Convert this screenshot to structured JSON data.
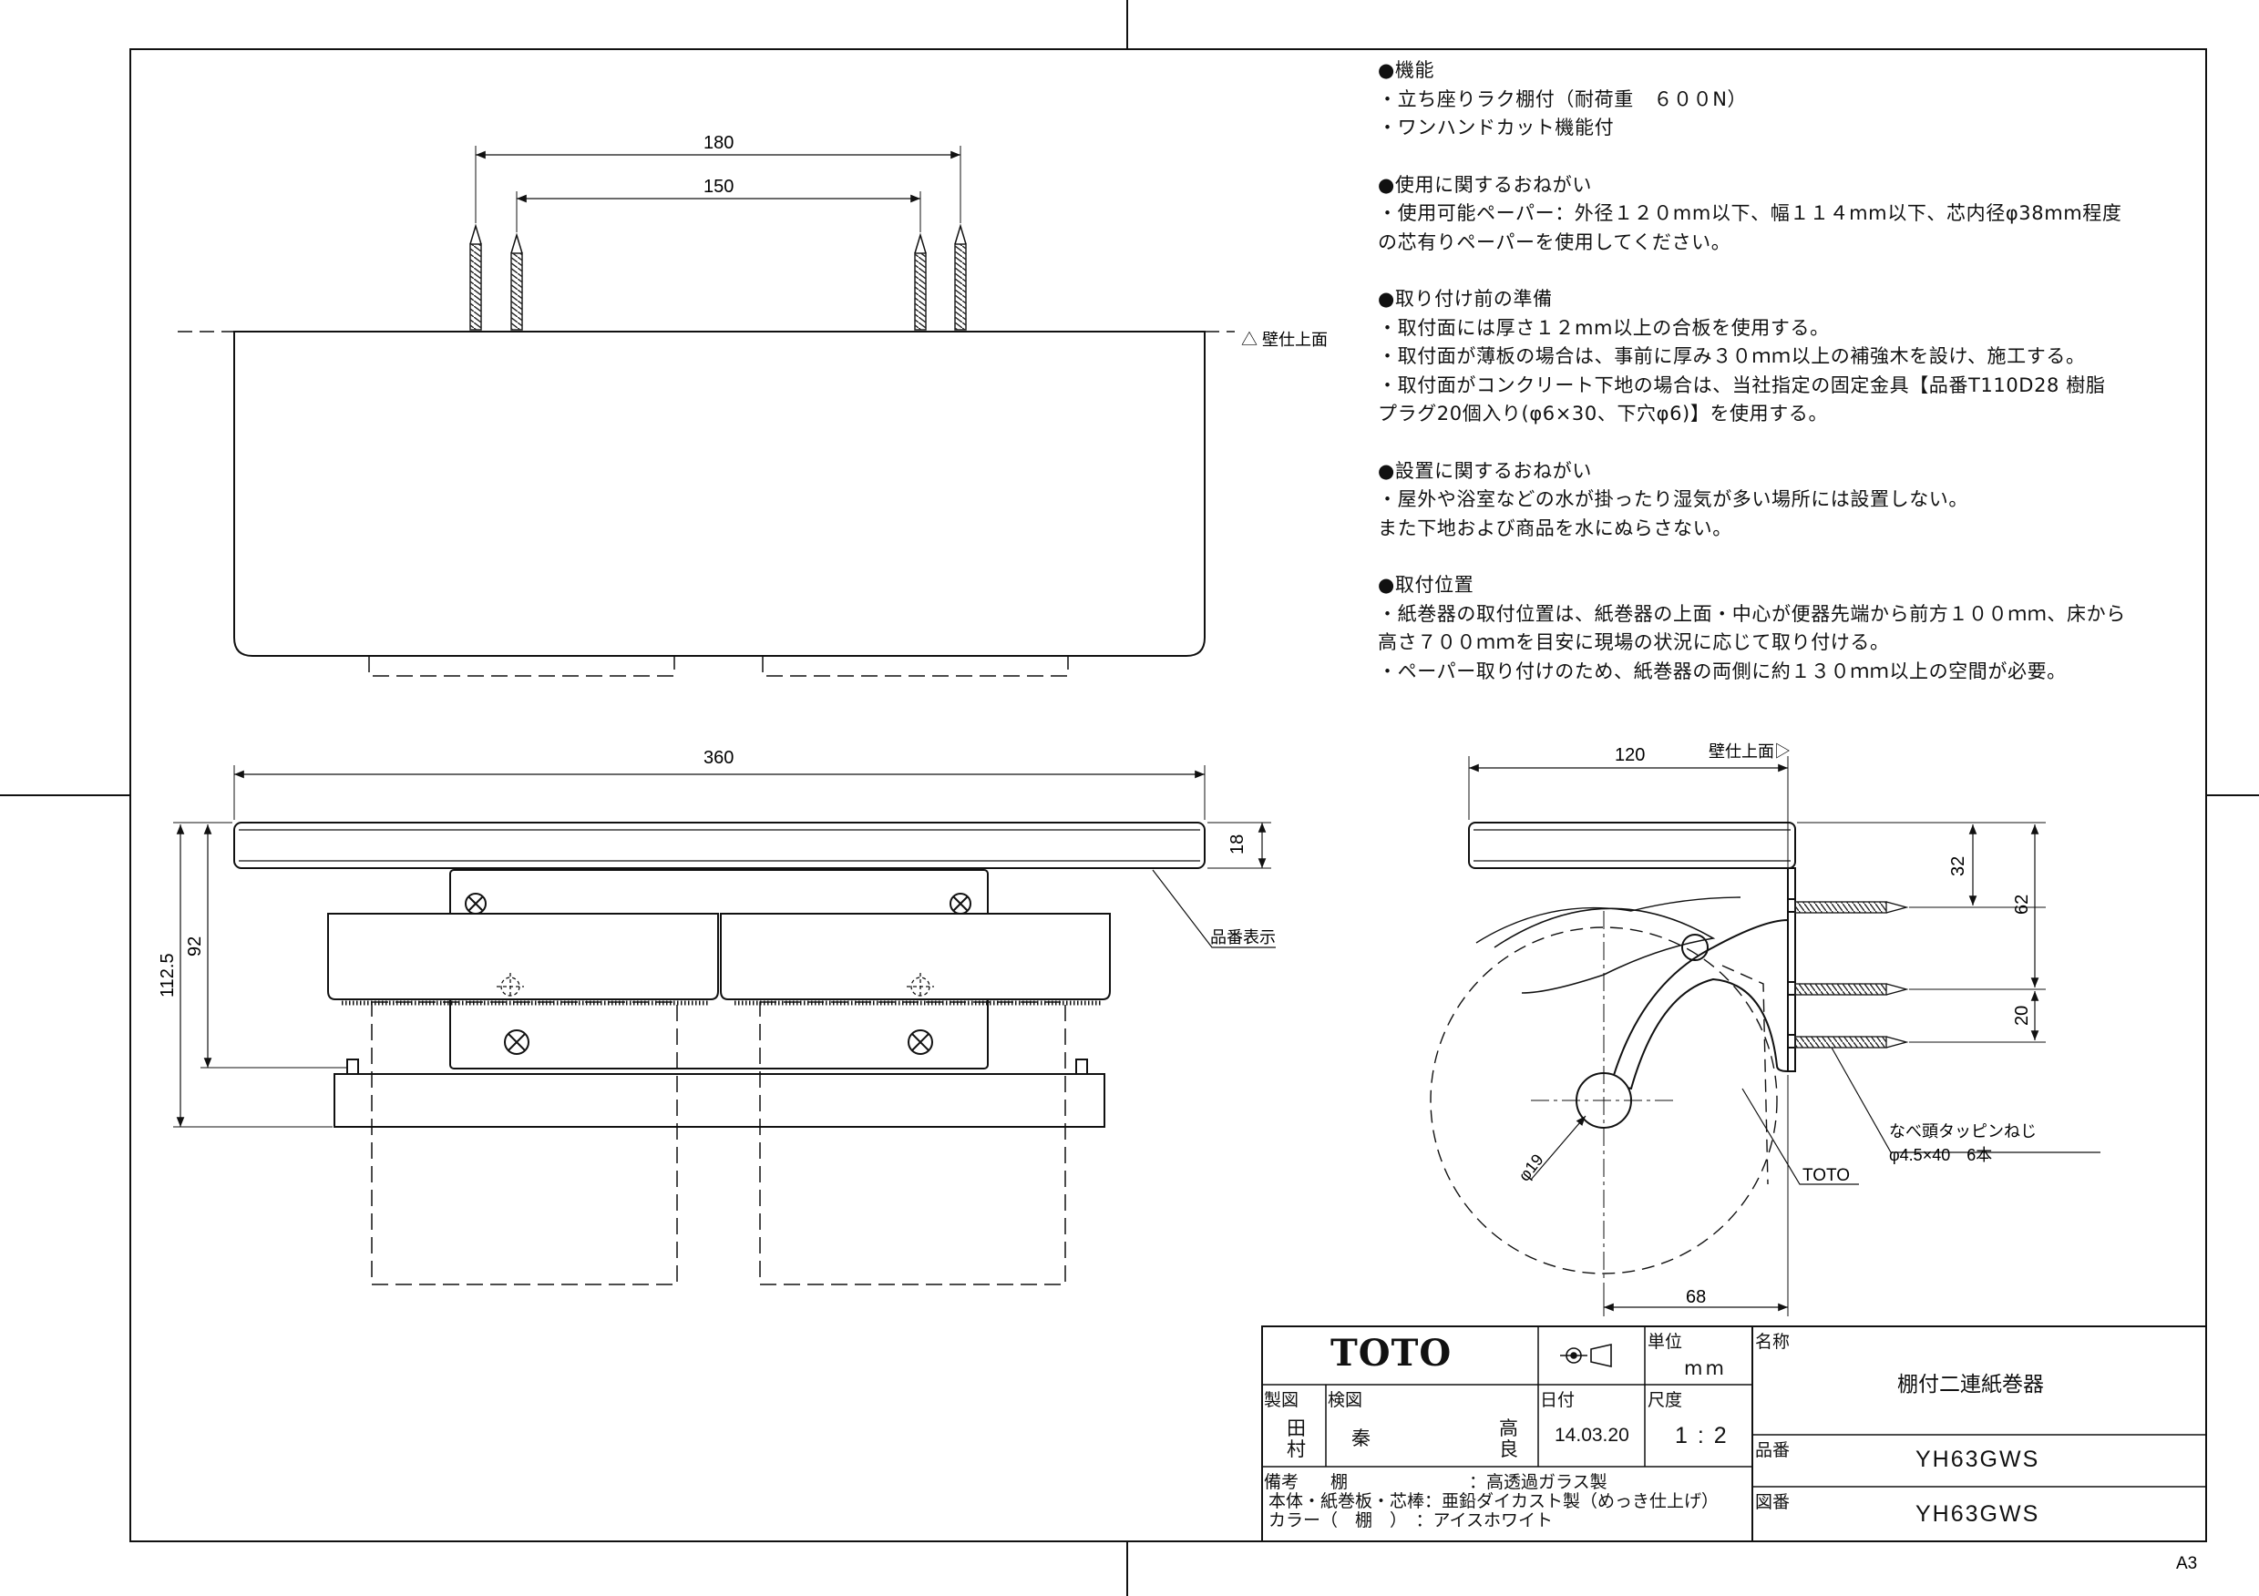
{
  "notes": [
    {
      "heading": "●機能",
      "lines": [
        "・立ち座りラク棚付（耐荷重　６００N）",
        "・ワンハンドカット機能付"
      ]
    },
    {
      "heading": "●使用に関するおねがい",
      "lines": [
        "・使用可能ペーパー：外径１２０mm以下、幅１１４mm以下、芯内径φ38mm程度",
        "の芯有りペーパーを使用してください。"
      ]
    },
    {
      "heading": "●取り付け前の準備",
      "lines": [
        "・取付面には厚さ１２mm以上の合板を使用する。",
        "・取付面が薄板の場合は、事前に厚み３０ｍｍ以上の補強木を設け、施工する。",
        "・取付面がコンクリート下地の場合は、当社指定の固定金具【品番T110D28 樹脂",
        "プラグ20個入り(φ6×30、下穴φ6)】を使用する。"
      ]
    },
    {
      "heading": "●設置に関するおねがい",
      "lines": [
        "・屋外や浴室などの水が掛ったり湿気が多い場所には設置しない。",
        "また下地および商品を水にぬらさない。"
      ]
    },
    {
      "heading": "●取付位置",
      "lines": [
        "・紙巻器の取付位置は、紙巻器の上面・中心が便器先端から前方１００ｍｍ、床から",
        "高さ７００ｍｍを目安に現場の状況に応じて取り付ける。",
        "・ペーパー取り付けのため、紙巻器の両側に約１３０ｍｍ以上の空間が必要。"
      ]
    }
  ],
  "top_view": {
    "dim_outer": "180",
    "dim_inner": "150",
    "wall_label": "△ 壁仕上面"
  },
  "front_view": {
    "dim_width": "360",
    "dim_thickness": "18",
    "dim_height_1": "92",
    "dim_height_2": "112.5",
    "part_label": "品番表示"
  },
  "side_view": {
    "dim_depth": "120",
    "wall_label": "壁仕上面▷",
    "dim_32": "32",
    "dim_62": "62",
    "dim_20": "20",
    "dim_19": "φ19",
    "dim_68": "68",
    "screw_label_1": "なべ頭タッピンねじ",
    "screw_label_2": "φ4.5×40　6本",
    "brand_mark": "TOTO"
  },
  "title_block": {
    "logo": "TOTO",
    "unit_label": "単位",
    "unit_value": "mm",
    "name_label": "名称",
    "name_value": "棚付二連紙巻器",
    "drawn_label": "製図",
    "drawn_value_1": "田",
    "drawn_value_2": "村",
    "checked_label": "検図",
    "checked_value_1": "秦",
    "checked_value_2": "高",
    "checked_value_3": "良",
    "date_label": "日付",
    "date_value": "14.03.20",
    "scale_label": "尺度",
    "scale_value": "1 : 2",
    "part_no_label": "品番",
    "part_no_value": "YH63GWS",
    "drawing_no_label": "図番",
    "drawing_no_value": "YH63GWS",
    "remarks_label": "備考",
    "remarks": [
      "棚　　　　　　　：高透過ガラス製",
      "本体・紙巻板・芯棒：亜鉛ダイカスト製（めっき仕上げ）",
      "カラー（　棚　）　：アイスホワイト"
    ]
  },
  "sheet_size": "A3"
}
